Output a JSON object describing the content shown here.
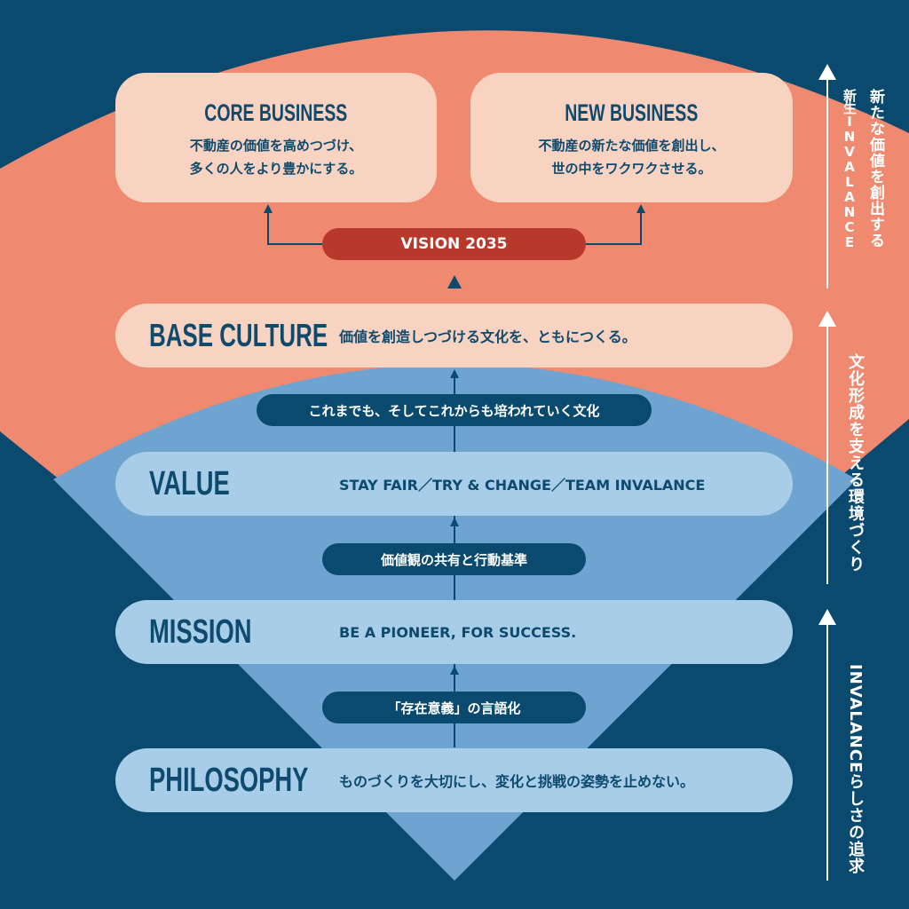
{
  "colors": {
    "background": "#0b4a6f",
    "salmon": "#ef8a70",
    "peach": "#f9d3c1",
    "blue": "#6fa3d0",
    "light_blue": "#a8cde8",
    "vision_red": "#b9382c",
    "navy": "#0d4a6e"
  },
  "core_business": {
    "title": "CORE BUSINESS",
    "line1": "不動産の価値を高めつづけ、",
    "line2": "多くの人をより豊かにする。"
  },
  "new_business": {
    "title": "NEW BUSINESS",
    "line1": "不動産の新たな価値を創出し、",
    "line2": "世の中をワクワクさせる。"
  },
  "vision": "VISION 2035",
  "base_culture": {
    "label": "BASE CULTURE",
    "text": "価値を創造しつづける文化を、ともにつくる。"
  },
  "tag_culture": "これまでも、そしてこれからも培われていく文化",
  "value": {
    "label": "VALUE",
    "text": "STAY FAIR／TRY & CHANGE／TEAM INVALANCE"
  },
  "tag_value": "価値観の共有と行動基準",
  "mission": {
    "label": "MISSION",
    "text": "BE A PIONEER, FOR SUCCESS."
  },
  "tag_mission": "「存在意義」の言語化",
  "philosophy": {
    "label": "PHILOSOPHY",
    "text": "ものづくりを大切にし、変化と挑戦の姿勢を止めない。"
  },
  "side": {
    "top_a": "新たな価値を創出する",
    "top_b": "新生INVALANCE",
    "middle": "文化形成を支える環境づくり",
    "bottom": "INVALANCEらしさの追求"
  }
}
